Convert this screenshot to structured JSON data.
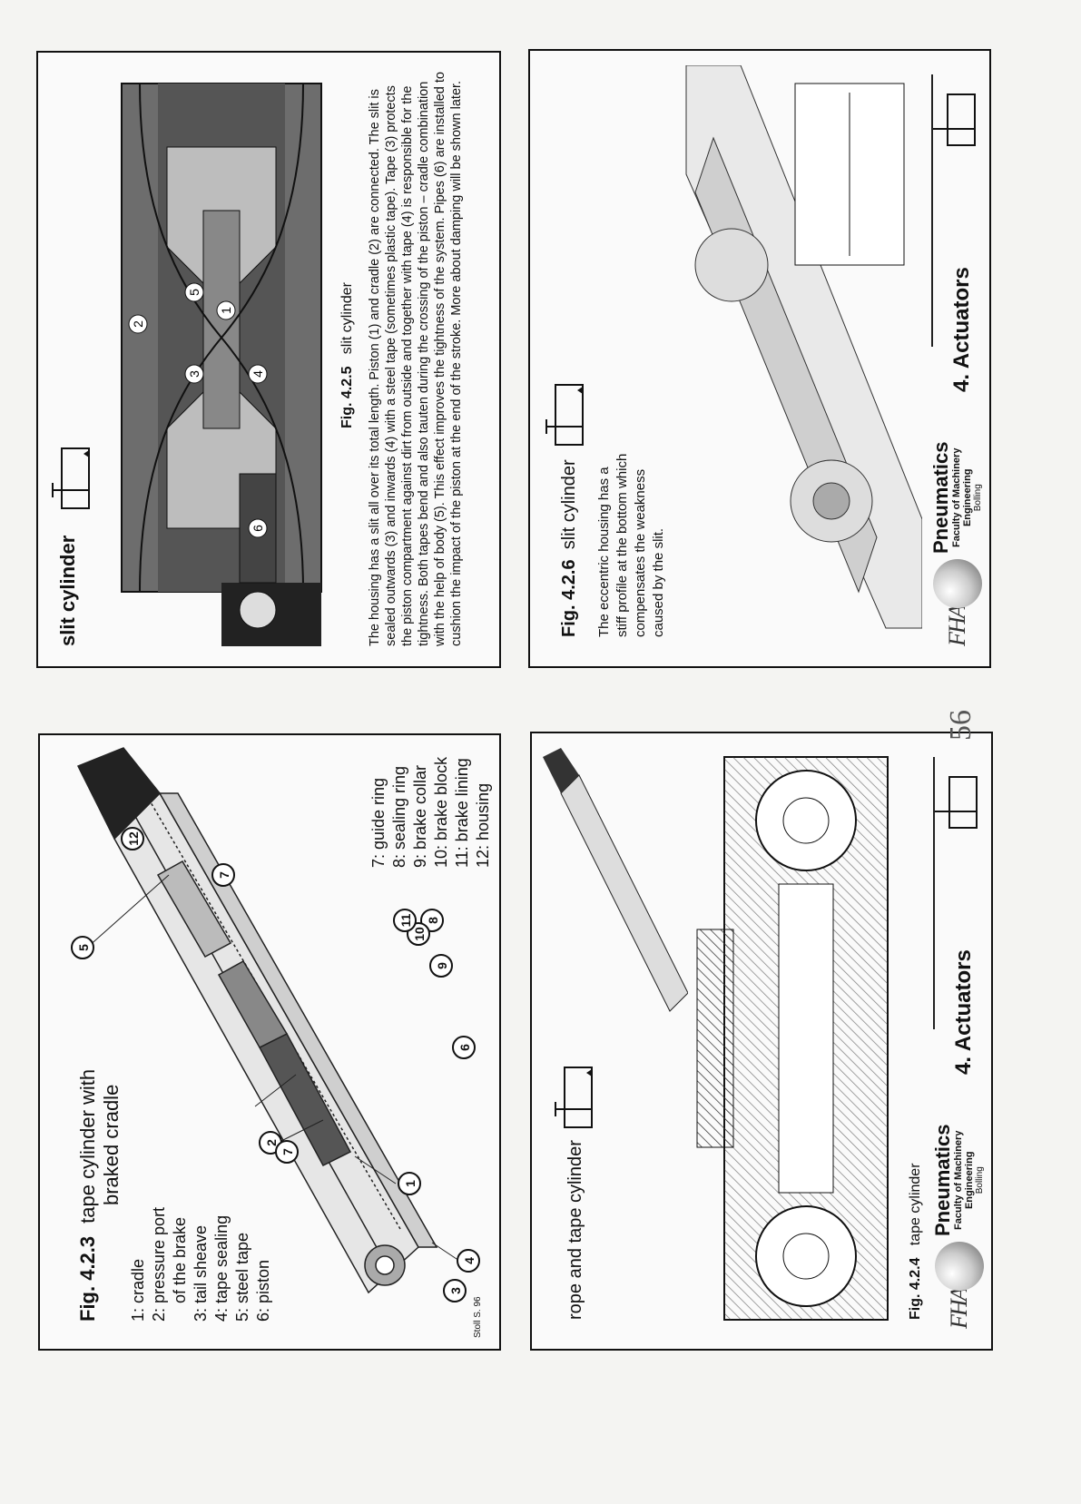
{
  "slides": {
    "tl": {
      "title_fig": "Fig. 4.2.3",
      "title_text_1": "tape cylinder with",
      "title_text_2": "braked cradle",
      "legend_left": [
        "1: cradle",
        "2: pressure port",
        "of the brake",
        "3: tail sheave",
        "4: tape sealing",
        "5: steel tape",
        "6: piston"
      ],
      "legend_right": [
        "7: guide ring",
        "8: sealing ring",
        "9: brake collar",
        "10: brake block",
        "11: brake lining",
        "12: housing"
      ],
      "callouts": [
        "1",
        "2",
        "3",
        "4",
        "5",
        "6",
        "7",
        "7",
        "8",
        "9",
        "10",
        "11",
        "12"
      ],
      "credit": "Stoll S. 96"
    },
    "tr": {
      "heading": "slit cylinder",
      "fig_label": "Fig. 4.2.5",
      "fig_text": "slit cylinder",
      "callouts": [
        "1",
        "2",
        "3",
        "4",
        "5",
        "6"
      ],
      "paragraph": "The housing has a slit all over its total length. Piston (1) and cradle (2) are connected. The slit is sealed outwards (3) and inwards (4)  with a steel tape (sometimes plastic tape). Tape (3) protects the piston compartment against dirt from outside and together with tape (4) is responsible for the tightness. Both tapes bend and also tauten during the crossing of the piston – cradle combination with the help of body (5). This effect improves the tightness of the system. Pipes (6) are installed to cushion the impact of the piston at the end of the stroke. More about damping will be shown later."
    },
    "bl": {
      "heading": "rope and tape cylinder",
      "fig_label": "Fig. 4.2.4",
      "fig_text": "tape cylinder",
      "footer_logo": "FHA",
      "footer_brand": "Pneumatics",
      "footer_faculty": "Faculty of Machinery",
      "footer_engineering": "Engineering",
      "footer_location": "Bolling",
      "footer_chapter": "4. Actuators"
    },
    "br": {
      "fig_label": "Fig. 4.2.6",
      "fig_text": "slit cylinder",
      "description": [
        "The eccentric housing has a",
        "stiff profile at the bottom which",
        "compensates the weakness",
        "caused by the slit."
      ],
      "footer_logo": "FHA",
      "footer_brand": "Pneumatics",
      "footer_faculty": "Faculty of Machinery",
      "footer_engineering": "Engineering",
      "footer_location": "Bolling",
      "footer_chapter": "4. Actuators"
    }
  },
  "page_number": "56"
}
